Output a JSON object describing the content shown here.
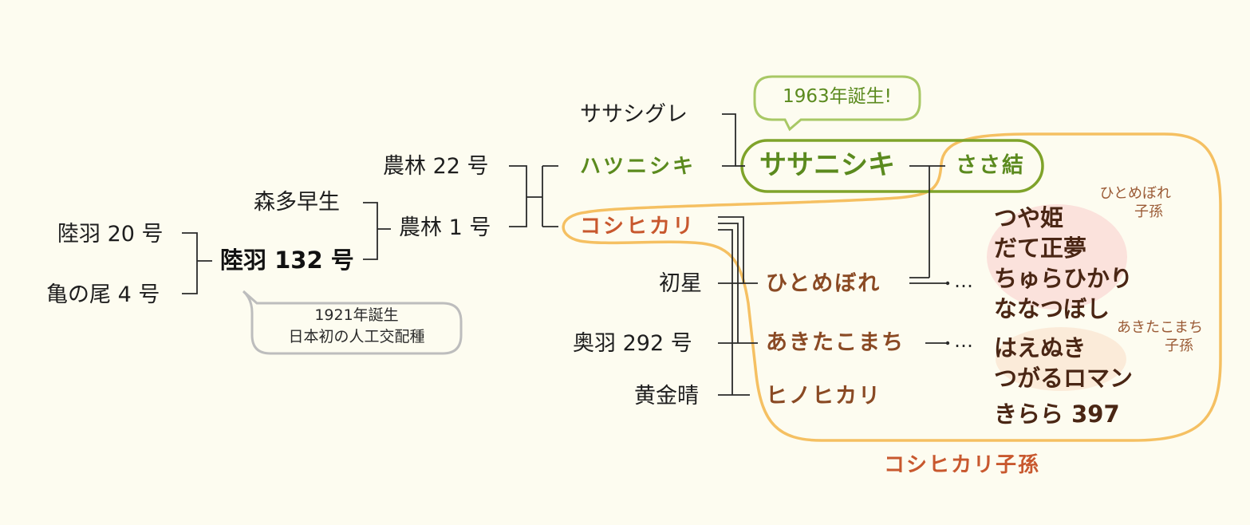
{
  "nodes": {
    "rikuu20": "陸羽 20 号",
    "kamenoo4": "亀の尾 4 号",
    "rikuu132": "陸羽 132 号",
    "moritawase": "森多早生",
    "norin22": "農林 22 号",
    "norin1": "農林 1 号",
    "sasashigure": "ササシグレ",
    "hatsunishiki": "ハツニシキ",
    "sasanishiki": "ササニシキ",
    "sasamusubi": "ささ結",
    "koshihikari": "コシヒカリ",
    "hatsuboshi": "初星",
    "ouu292": "奥羽 292 号",
    "koganebare": "黄金晴",
    "hitomebore": "ひとめぼれ",
    "akitakomachi": "あきたこまち",
    "hinohikari": "ヒノヒカリ",
    "ellipsis1": "…",
    "ellipsis2": "…"
  },
  "descendants": {
    "hitomebore_group": [
      "つや姫",
      "だて正夢",
      "ちゅらひかり",
      "ななつぼし"
    ],
    "akitakomachi_group": [
      "はえぬき",
      "つがるロマン"
    ],
    "kirara": "きらら 397"
  },
  "labels": {
    "hitomebore_line1": "ひとめぼれ",
    "hitomebore_line2": "子孫",
    "akitakomachi_line1": "あきたこまち",
    "akitakomachi_line2": "子孫",
    "koshihikari_descendants": "コシヒカリ子孫"
  },
  "bubbles": {
    "sasanishiki_birth": "1963年誕生!",
    "rikuu_line1": "1921年誕生",
    "rikuu_line2": "日本初の人工交配種"
  },
  "colors": {
    "green": "#5b8a1e",
    "orange": "#c8582e",
    "brown": "#8a4a24",
    "region_orange": "#f5c062",
    "highlight_pink": "#fbe2dc",
    "highlight_peach": "#fbebd9",
    "bubble_gray": "#bdbdbd",
    "bubble_green": "#a8c865"
  }
}
